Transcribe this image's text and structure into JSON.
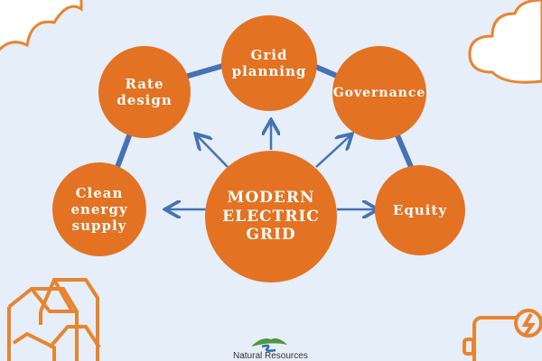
{
  "center": {
    "label": "MODERN ELECTRIC GRID"
  },
  "nodes": [
    {
      "id": "rate-design",
      "label": "Rate design"
    },
    {
      "id": "grid-planning",
      "label": "Grid planning"
    },
    {
      "id": "governance",
      "label": "Governance"
    },
    {
      "id": "clean-energy-supply",
      "label": "Clean energy supply"
    },
    {
      "id": "equity",
      "label": "Equity"
    }
  ],
  "logo": {
    "text": "Natural Resources"
  },
  "colors": {
    "background": "#e5eef9",
    "circle": "#e37222",
    "connector": "#4472b5",
    "icon": "#e8842f"
  }
}
